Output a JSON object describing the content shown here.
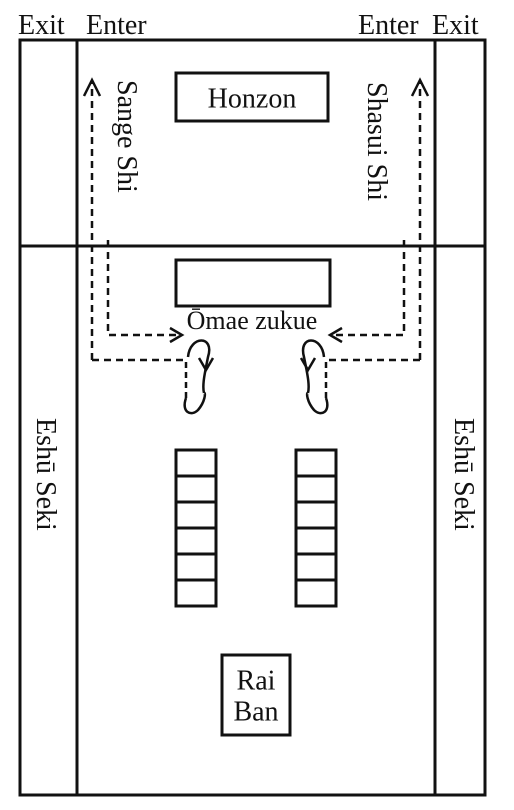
{
  "diagram": {
    "top_left": {
      "exit": "Exit",
      "enter": "Enter"
    },
    "top_right": {
      "enter": "Enter",
      "exit": "Exit"
    },
    "honzon": "Honzon",
    "omae_zukue": "Ōmae zukue",
    "sange_shi": "Sange Shi",
    "shasui_shi": "Shasui Shi",
    "eshu_seki_left": "Eshū Seki",
    "eshu_seki_right": "Eshū Seki",
    "rai_ban": {
      "line1": "Rai",
      "line2": "Ban"
    },
    "seat_rows": {
      "left_count": 6,
      "right_count": 6
    }
  }
}
